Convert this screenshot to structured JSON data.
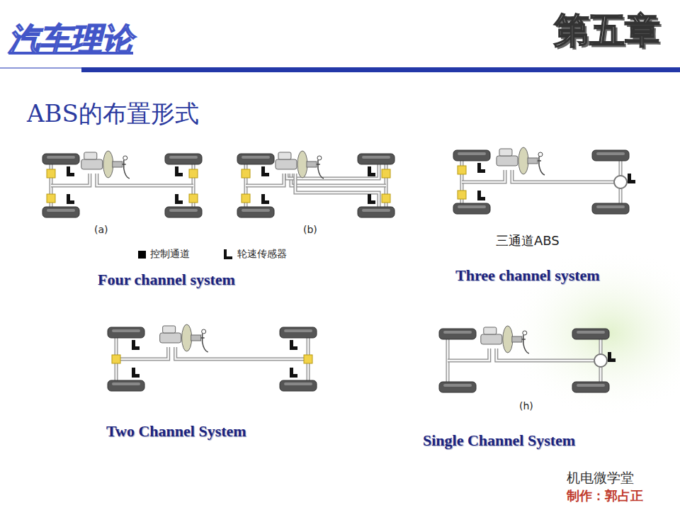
{
  "diagram": {
    "title": "ABS的布置形式",
    "labels": [
      "汽车理论",
      "第五章",
      "(a)",
      "(b)",
      "Four channel system",
      "三通道ABS",
      "Three channel system",
      "Two Channel System",
      "(h)",
      "Single Channel System",
      "机电微学堂",
      "制作：郭占正"
    ],
    "legend": [
      {
        "text": "控制通道",
        "color": "#000000"
      },
      {
        "text": "轮速传感器"
      }
    ]
  }
}
